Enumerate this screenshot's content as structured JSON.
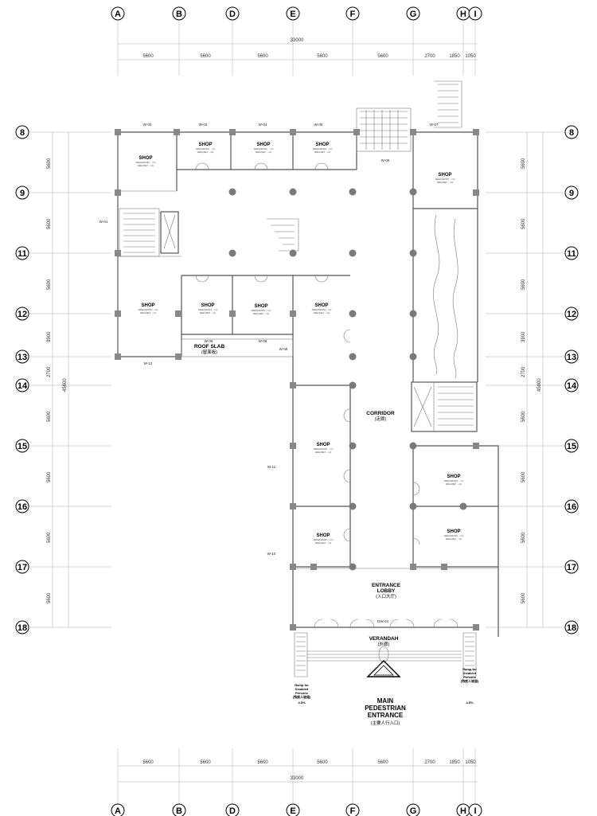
{
  "grid": {
    "columns": [
      "A",
      "B",
      "D",
      "E",
      "F",
      "G",
      "H",
      "I"
    ],
    "rows": [
      "8",
      "9",
      "11",
      "12",
      "13",
      "14",
      "15",
      "16",
      "17",
      "18"
    ],
    "total_width": "33000",
    "spans_horizontal": [
      "5600",
      "5600",
      "5600",
      "5600",
      "5600",
      "2700",
      "1850",
      "1050"
    ],
    "spans_vertical": [
      "5600",
      "5600",
      "5600",
      "3900",
      "2700",
      "5600",
      "5600",
      "5600",
      "5600"
    ],
    "total_height": "45800"
  },
  "rooms": {
    "shop": "SHOP",
    "shop_area_note": "AREA(GROSS: ...m²)",
    "shop_area_note2": "AREA(NET: ...m²)"
  },
  "labels": {
    "roof_slab": "ROOF SLAB",
    "roof_slab_cn": "(屋面板)",
    "corridor": "CORRIDOR",
    "corridor_cn": "(走廊)",
    "entrance_lobby_1": "ENTRANCE",
    "entrance_lobby_2": "LOBBY",
    "entrance_lobby_cn": "(入口大厅)",
    "verandah": "VERANDAH",
    "verandah_cn": "(外廊)",
    "main_entrance_1": "MAIN",
    "main_entrance_2": "PEDESTRIAN",
    "main_entrance_3": "ENTRANCE",
    "main_entrance_cn": "(主要人行入口)",
    "ramp_1": "Ramp for",
    "ramp_2": "Disabled",
    "ramp_3": "Persons",
    "ramp_cn": "(残疾人坡道)",
    "ramp_slope": "4.5%",
    "dw_04": "DW-04"
  },
  "tags": {
    "w01": "W-01",
    "w02": "W-02",
    "w03": "W-03",
    "w04": "W-04",
    "w05": "W-05",
    "w06": "W-06",
    "w07": "W-07",
    "w08": "W-08",
    "w09": "W-09",
    "w10": "W-10",
    "w11": "W-11",
    "w12": "W-12"
  }
}
